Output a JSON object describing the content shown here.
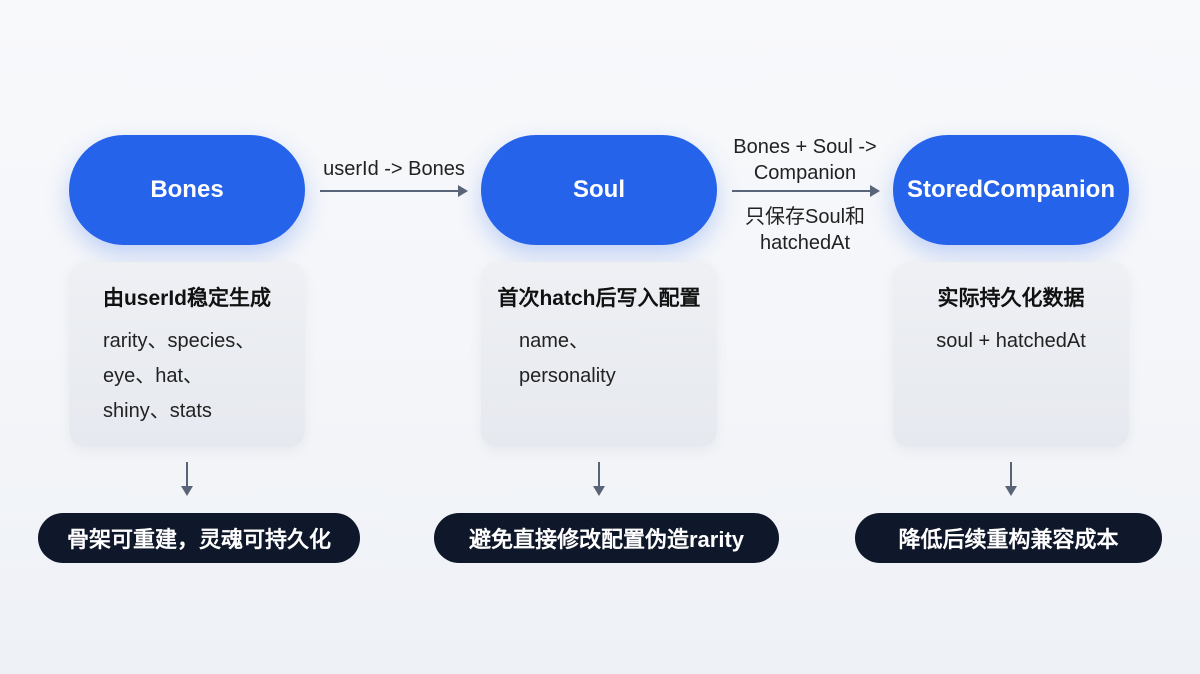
{
  "nodes": [
    {
      "title": "Bones",
      "card_title": "由userId稳定生成",
      "card_lines": [
        "rarity、species、",
        "eye、hat、",
        "shiny、stats"
      ],
      "note": "骨架可重建，灵魂可持久化"
    },
    {
      "title": "Soul",
      "card_title": "首次hatch后写入配置",
      "card_lines": [
        "name、",
        "personality"
      ],
      "note": "避免直接修改配置伪造rarity"
    },
    {
      "title": "StoredCompanion",
      "card_title": "实际持久化数据",
      "card_lines": [
        "soul + hatchedAt"
      ],
      "note": "降低后续重构兼容成本"
    }
  ],
  "edges": [
    {
      "label": "userId -> Bones"
    },
    {
      "label_top": [
        "Bones + Soul ->",
        "Companion"
      ],
      "label_bottom": [
        "只保存Soul和",
        "hatchedAt"
      ]
    }
  ],
  "colors": {
    "primary": "#2563eb",
    "dark": "#0f172a",
    "arrow": "#5a6478"
  }
}
